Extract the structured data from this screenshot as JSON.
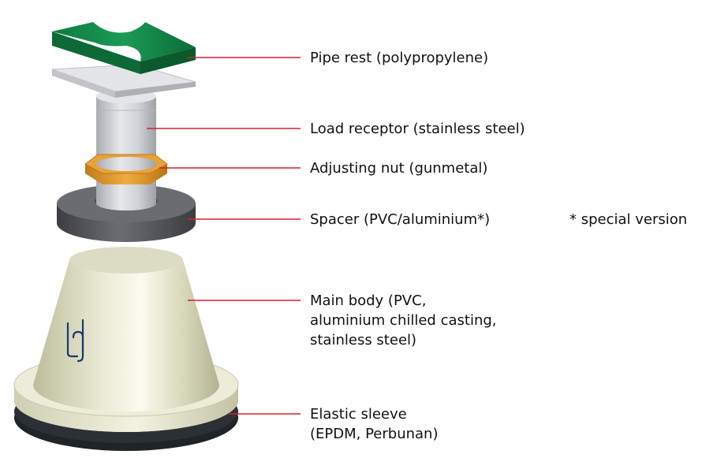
{
  "components": [
    {
      "id": "pipe-rest",
      "lines": [
        "Pipe rest (polypropylene)"
      ]
    },
    {
      "id": "load-receptor",
      "lines": [
        "Load receptor (stainless steel)"
      ]
    },
    {
      "id": "adjusting-nut",
      "lines": [
        "Adjusting nut (gunmetal)"
      ]
    },
    {
      "id": "spacer",
      "lines": [
        "Spacer (PVC/aluminium*)"
      ]
    },
    {
      "id": "main-body",
      "lines": [
        "Main body (PVC,",
        "aluminium chilled casting,",
        "stainless steel)"
      ]
    },
    {
      "id": "elastic-sleeve",
      "lines": [
        "Elastic sleeve",
        "(EPDM, Perbunan)"
      ]
    }
  ],
  "footnote": "* special version",
  "colors": {
    "leader_line": "#d8222a",
    "pipe_rest": "#138a4b",
    "plate": "#dcdde0",
    "steel": "#c9ccd0",
    "nut": "#e0962a",
    "spacer": "#55575c",
    "body": "#e6e6cf",
    "sleeve": "#1f2428"
  },
  "icons": {
    "logo": "bd-monogram-logo"
  }
}
